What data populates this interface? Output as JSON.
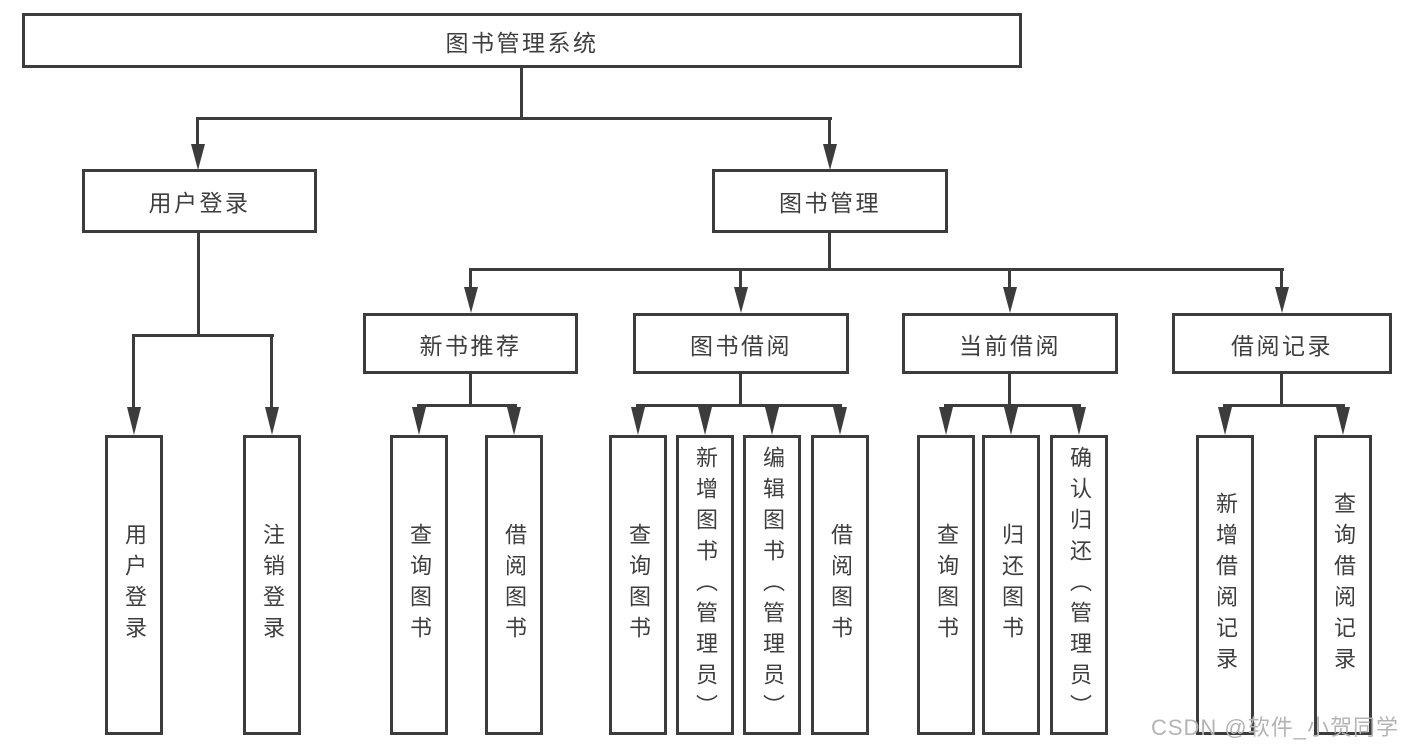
{
  "watermark": "CSDN @软件_小贺同学",
  "colors": {
    "line": "#3c3c3c",
    "box_border": "#3c3c3c",
    "text": "#3e3e3e",
    "background": "#ffffff",
    "watermark": "#b4b4b4"
  },
  "tree": {
    "label": "图书管理系统",
    "children": [
      {
        "label": "用户登录",
        "children": [
          {
            "label": "用户登录"
          },
          {
            "label": "注销登录"
          }
        ]
      },
      {
        "label": "图书管理",
        "children": [
          {
            "label": "新书推荐",
            "children": [
              {
                "label": "查询图书"
              },
              {
                "label": "借阅图书"
              }
            ]
          },
          {
            "label": "图书借阅",
            "children": [
              {
                "label": "查询图书"
              },
              {
                "label": "新增图书（管理员）"
              },
              {
                "label": "编辑图书（管理员）"
              },
              {
                "label": "借阅图书"
              }
            ]
          },
          {
            "label": "当前借阅",
            "children": [
              {
                "label": "查询图书"
              },
              {
                "label": "归还图书"
              },
              {
                "label": "确认归还（管理员）"
              }
            ]
          },
          {
            "label": "借阅记录",
            "children": [
              {
                "label": "新增借阅记录"
              },
              {
                "label": "查询借阅记录"
              }
            ]
          }
        ]
      }
    ]
  }
}
